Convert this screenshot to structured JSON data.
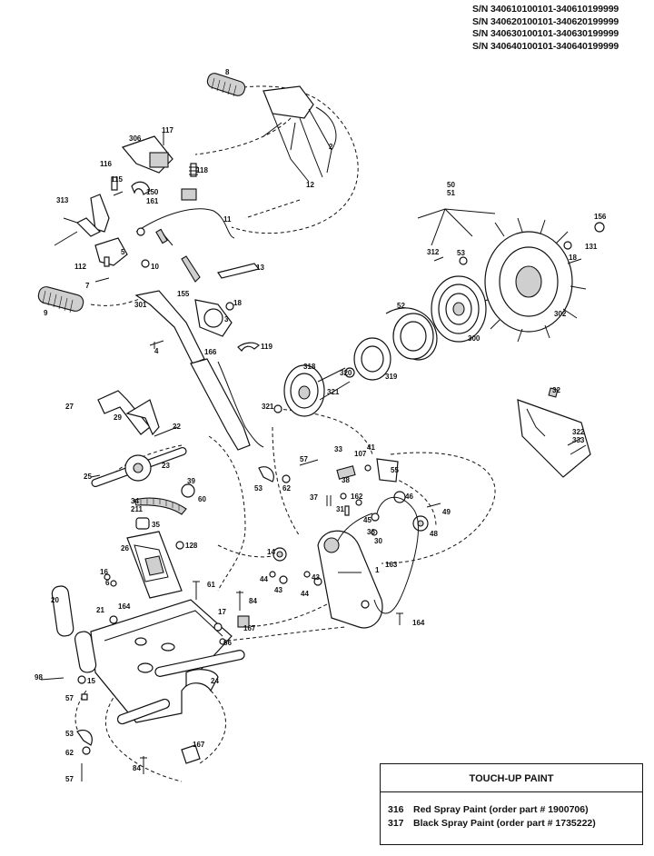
{
  "serial_numbers": [
    "S/N 340610100101-340610199999",
    "S/N 340620100101-340620199999",
    "S/N 340630100101-340630199999",
    "S/N 340640100101-340640199999"
  ],
  "callouts": {
    "c8": "8",
    "c2": "2",
    "c12": "12",
    "c117": "117",
    "c306": "306",
    "c116": "116",
    "c118": "118",
    "c115": "115",
    "c150_161": "150\n161",
    "c313": "313",
    "c11": "11",
    "c13": "13",
    "c5": "5",
    "c112": "112",
    "c10": "10",
    "c7": "7",
    "c301": "301",
    "c155": "155",
    "c18a": "18",
    "c3": "3",
    "c9": "9",
    "c4": "4",
    "c166": "166",
    "c119": "119",
    "c50_51": "50\n51",
    "c156": "156",
    "c312": "312",
    "c53a": "53",
    "c131": "131",
    "c18b": "18",
    "c52": "52",
    "c302": "302",
    "c300": "300",
    "c318": "318",
    "c319": "319",
    "c320": "320",
    "c321a": "321",
    "c321b": "321",
    "c32": "32",
    "c322_333": "322\n333",
    "c27": "27",
    "c29": "29",
    "c22": "22",
    "c23": "23",
    "c25": "25",
    "c39": "39",
    "c60": "60",
    "c34_211": "34\n211",
    "c35a": "35",
    "c26": "26",
    "c128": "128",
    "c16a": "16",
    "c6": "6",
    "c20": "20",
    "c21": "21",
    "c164a": "164",
    "c17": "17",
    "c167a": "167",
    "c84a": "84",
    "c66": "66",
    "c24": "24",
    "c98": "98",
    "c15": "15",
    "c57a": "57",
    "c53b": "53",
    "c62": "62",
    "c57b": "57",
    "c84b": "84",
    "c167b": "167",
    "c57c": "57",
    "c33": "33",
    "c107": "107",
    "c41": "41",
    "c55": "55",
    "c53c": "53",
    "c62b": "62",
    "c38": "38",
    "c37": "37",
    "c162": "162",
    "c31": "31",
    "c46": "46",
    "c49": "49",
    "c45": "45",
    "c36": "36",
    "c48": "48",
    "c14": "14",
    "c44a": "44",
    "c43a": "43",
    "c43b": "43",
    "c44b": "44",
    "c1": "1",
    "c163": "163",
    "c164b": "164",
    "c61": "61",
    "c30": "30"
  },
  "touch_up_paint": {
    "title": "TOUCH-UP PAINT",
    "items": [
      {
        "num": "316",
        "text": "Red Spray Paint (order part # 1900706)"
      },
      {
        "num": "317",
        "text": "Black Spray Paint (order part # 1735222)"
      }
    ]
  }
}
